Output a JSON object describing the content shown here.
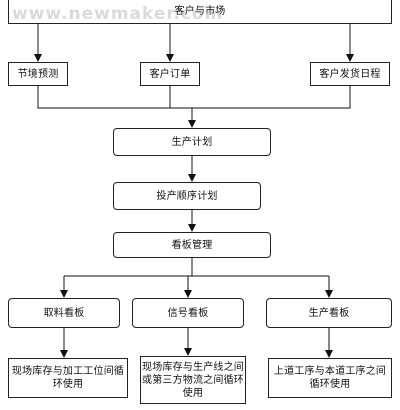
{
  "watermark": "www.newmaker.com",
  "nodes": {
    "top": "客户与市场",
    "seasonal": "节境预测",
    "orders": "客户订单",
    "delivery": "客户发货日程",
    "production_plan": "生产计划",
    "sequence_plan": "投产顺序计划",
    "kanban_mgmt": "看板管理",
    "withdraw": "取料看板",
    "signal": "信号看板",
    "production_kanban": "生产看板",
    "loop_a": "现场库存与加工工位间循环使用",
    "loop_b": "现场库存与生产线之间或第三方物流之间循环使用",
    "loop_c": "上道工序与本道工序之间循环使用"
  },
  "colors": {
    "line": "#111111",
    "border": "#222222",
    "background": "#ffffff"
  }
}
